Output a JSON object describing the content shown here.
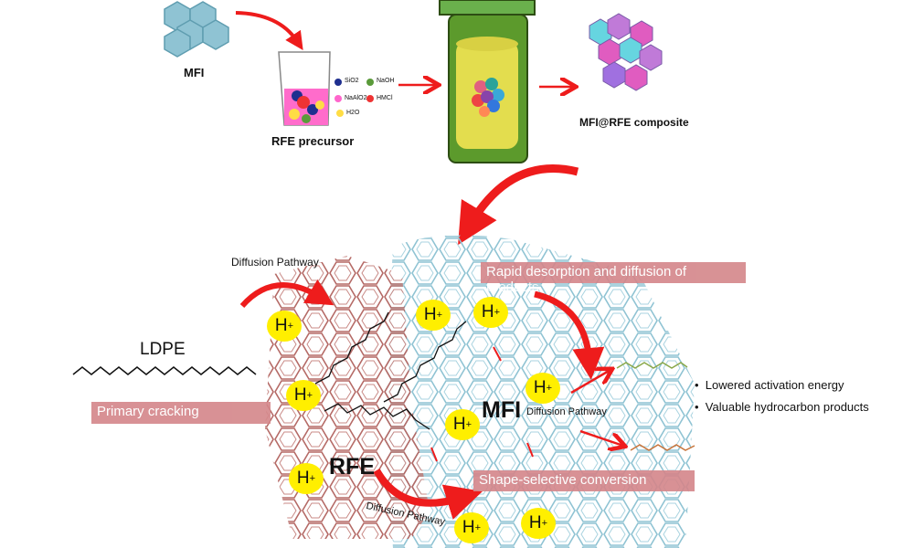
{
  "top": {
    "mfi_label": "MFI",
    "precursor_label": "RFE precursor",
    "legend": [
      {
        "label": "SiO2",
        "color": "#1f2f8f"
      },
      {
        "label": "NaOH",
        "color": "#5a9a3a"
      },
      {
        "label": "NaAlO2",
        "color": "#ff66cc"
      },
      {
        "label": "HMCl",
        "color": "#ee3333"
      },
      {
        "label": "H2O",
        "color": "#ffdd44"
      }
    ],
    "composite_label": "MFI@RFE composite"
  },
  "bottom": {
    "diffusion_pathway_1": "Diffusion Pathway",
    "diffusion_pathway_2": "Diffusion Pathway",
    "diffusion_pathway_3": "Diffusion Pathway",
    "ldpe_label": "LDPE",
    "primary_cracking": "Primary cracking",
    "rapid_desorption": "Rapid desorption and diffusion of products",
    "shape_selective": "Shape-selective conversion",
    "mfi_label": "MFI",
    "rfe_label": "RFE",
    "proton_label": "H",
    "proton_charge": "+",
    "bullets": [
      "Lowered activation energy",
      "Valuable hydrocarbon products"
    ]
  },
  "colors": {
    "arrow": "#ee1c1c",
    "rfe": "#b56a66",
    "mfi": "#8fc3d3",
    "reactor": "#5c9a2c",
    "box": "#d4868a"
  }
}
